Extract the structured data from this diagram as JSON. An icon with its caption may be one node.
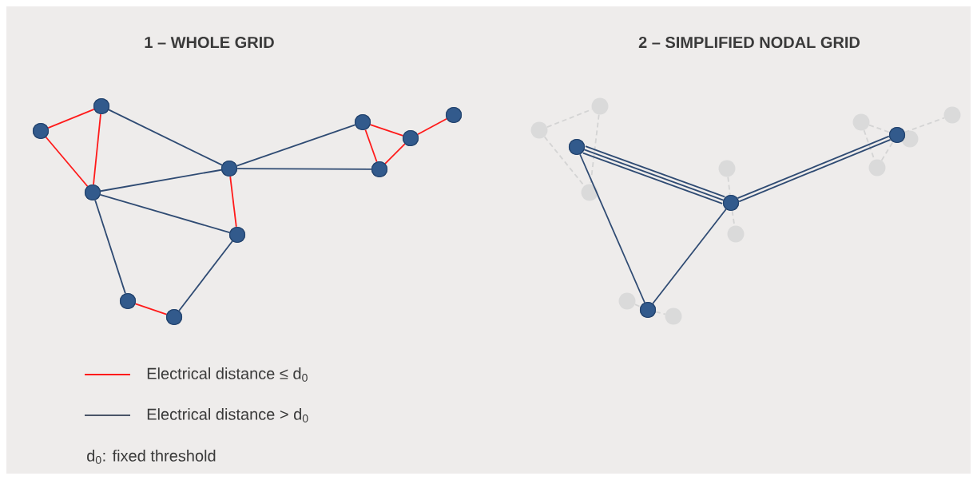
{
  "diagram": {
    "nodes": [
      {
        "text": [],
        "shape": "circle"
      },
      {
        "text": [],
        "shape": "circle"
      },
      {
        "text": [],
        "shape": "circle"
      },
      {
        "text": [],
        "shape": "circle"
      },
      {
        "text": [],
        "shape": "circle"
      },
      {
        "text": [],
        "shape": "circle"
      },
      {
        "text": [],
        "shape": "circle"
      },
      {
        "text": [],
        "shape": "circle"
      },
      {
        "text": [],
        "shape": "circle"
      },
      {
        "text": [],
        "shape": "circle"
      },
      {
        "text": [],
        "shape": "circle"
      },
      {
        "text": [],
        "shape": "circle"
      },
      {
        "text": [],
        "shape": "circle"
      },
      {
        "text": [],
        "shape": "circle"
      },
      {
        "text": [],
        "shape": "circle"
      },
      {
        "text": [],
        "shape": "circle"
      },
      {
        "text": [],
        "shape": "circle"
      },
      {
        "text": [],
        "shape": "circle"
      },
      {
        "text": [],
        "shape": "circle"
      },
      {
        "text": [],
        "shape": "circle"
      },
      {
        "text": [],
        "shape": "circle"
      },
      {
        "text": [],
        "shape": "circle"
      },
      {
        "text": [],
        "shape": "circle"
      },
      {
        "text": [],
        "shape": "circle"
      },
      {
        "text": [],
        "shape": "circle"
      },
      {
        "text": [],
        "shape": "circle"
      }
    ],
    "edges": [
      {
        "from": 0,
        "to": 1,
        "arrow": "none",
        "color": "#ff1a1a"
      },
      {
        "from": 0,
        "to": 2,
        "arrow": "none",
        "color": "#ff1a1a"
      },
      {
        "from": 1,
        "to": 2,
        "arrow": "none",
        "color": "#ff1a1a"
      },
      {
        "from": 3,
        "to": 4,
        "arrow": "none",
        "color": "#ff1a1a"
      },
      {
        "from": 5,
        "to": 6,
        "arrow": "none",
        "color": "#ff1a1a"
      },
      {
        "from": 7,
        "to": 8,
        "arrow": "none",
        "color": "#ff1a1a"
      },
      {
        "from": 8,
        "to": 9,
        "arrow": "none",
        "color": "#ff1a1a"
      },
      {
        "from": 7,
        "to": 10,
        "arrow": "none",
        "color": "#ff1a1a"
      },
      {
        "from": 8,
        "to": 10,
        "arrow": "none",
        "color": "#ff1a1a"
      },
      {
        "from": 1,
        "to": 3,
        "arrow": "none"
      },
      {
        "from": 2,
        "to": 3,
        "arrow": "none"
      },
      {
        "from": 2,
        "to": 4,
        "arrow": "none"
      },
      {
        "from": 2,
        "to": 5,
        "arrow": "none"
      },
      {
        "from": 4,
        "to": 6,
        "arrow": "none"
      },
      {
        "from": 3,
        "to": 7,
        "arrow": "none"
      },
      {
        "from": 3,
        "to": 10,
        "arrow": "none"
      },
      {
        "from": 11,
        "to": 12,
        "arrow": "none",
        "style": "dashed",
        "color": "#d4d4d4"
      },
      {
        "from": 11,
        "to": 14,
        "arrow": "none",
        "style": "dashed",
        "color": "#d4d4d4"
      },
      {
        "from": 12,
        "to": 14,
        "arrow": "none",
        "style": "dashed",
        "color": "#d4d4d4"
      },
      {
        "from": 16,
        "to": 15,
        "arrow": "none",
        "style": "dashed",
        "color": "#d4d4d4"
      },
      {
        "from": 15,
        "to": 17,
        "arrow": "none",
        "style": "dashed",
        "color": "#d4d4d4"
      },
      {
        "from": 19,
        "to": 18,
        "arrow": "none",
        "style": "dashed",
        "color": "#d4d4d4"
      },
      {
        "from": 18,
        "to": 20,
        "arrow": "none",
        "style": "dashed",
        "color": "#d4d4d4"
      },
      {
        "from": 21,
        "to": 23,
        "arrow": "none",
        "style": "dashed",
        "color": "#d4d4d4"
      },
      {
        "from": 23,
        "to": 24,
        "arrow": "none",
        "style": "dashed",
        "color": "#d4d4d4"
      },
      {
        "from": 21,
        "to": 25,
        "arrow": "none",
        "style": "dashed",
        "color": "#d4d4d4"
      },
      {
        "from": 25,
        "to": 23,
        "arrow": "none",
        "style": "dashed",
        "color": "#d4d4d4"
      },
      {
        "from": 13,
        "to": 15,
        "arrow": "none"
      },
      {
        "from": 13,
        "to": 15,
        "arrow": "none"
      },
      {
        "from": 13,
        "to": 15,
        "arrow": "none"
      },
      {
        "from": 15,
        "to": 23,
        "arrow": "none"
      },
      {
        "from": 15,
        "to": 23,
        "arrow": "none"
      },
      {
        "from": 13,
        "to": 18,
        "arrow": "none"
      },
      {
        "from": 15,
        "to": 18,
        "arrow": "none"
      }
    ],
    "labels": [
      "1 – WHOLE GRID",
      "2 – SIMPLIFIED NODAL GRID",
      "d$_{0}$: fixed threshold"
    ],
    "legend": [
      {
        "text": "Electrical distance ≤ d$_{0}$"
      },
      {
        "text": "Electrical distance > d$_{0}$"
      }
    ]
  }
}
